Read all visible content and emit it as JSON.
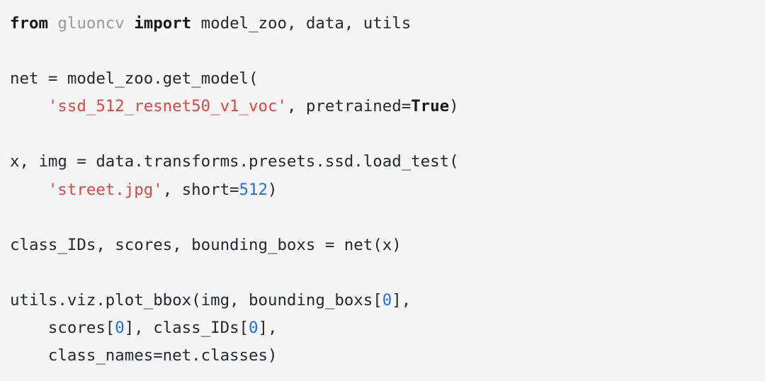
{
  "editor": {
    "language": "python",
    "background_color": "#f5f5f5",
    "colors": {
      "keyword": "#1a1a1a",
      "module": "#999999",
      "string": "#e0453e",
      "number": "#1f6feb",
      "plain": "#24292e"
    }
  },
  "code": {
    "lines": [
      {
        "index": 0,
        "text": "from gluoncv import model_zoo, data, utils",
        "tokens": [
          {
            "t": "from",
            "c": "kw"
          },
          {
            "t": " ",
            "c": "plain"
          },
          {
            "t": "gluoncv",
            "c": "mod"
          },
          {
            "t": " ",
            "c": "plain"
          },
          {
            "t": "import",
            "c": "kw"
          },
          {
            "t": " model_zoo, data, utils",
            "c": "plain"
          }
        ]
      },
      {
        "index": 1,
        "text": "",
        "tokens": []
      },
      {
        "index": 2,
        "text": "net = model_zoo.get_model(",
        "tokens": [
          {
            "t": "net = model_zoo.get_model(",
            "c": "plain"
          }
        ]
      },
      {
        "index": 3,
        "text": "    'ssd_512_resnet50_v1_voc', pretrained=True)",
        "tokens": [
          {
            "t": "    ",
            "c": "plain"
          },
          {
            "t": "'ssd_512_resnet50_v1_voc'",
            "c": "str"
          },
          {
            "t": ", pretrained=",
            "c": "plain"
          },
          {
            "t": "True",
            "c": "kw"
          },
          {
            "t": ")",
            "c": "plain"
          }
        ]
      },
      {
        "index": 4,
        "text": "",
        "tokens": []
      },
      {
        "index": 5,
        "text": "x, img = data.transforms.presets.ssd.load_test(",
        "tokens": [
          {
            "t": "x, img = data.transforms.presets.ssd.load_test(",
            "c": "plain"
          }
        ]
      },
      {
        "index": 6,
        "text": "    'street.jpg', short=512)",
        "tokens": [
          {
            "t": "    ",
            "c": "plain"
          },
          {
            "t": "'street.jpg'",
            "c": "str"
          },
          {
            "t": ", short=",
            "c": "plain"
          },
          {
            "t": "512",
            "c": "num"
          },
          {
            "t": ")",
            "c": "plain"
          }
        ]
      },
      {
        "index": 7,
        "text": "",
        "tokens": []
      },
      {
        "index": 8,
        "text": "class_IDs, scores, bounding_boxs = net(x)",
        "tokens": [
          {
            "t": "class_IDs, scores, bounding_boxs = net(x)",
            "c": "plain"
          }
        ]
      },
      {
        "index": 9,
        "text": "",
        "tokens": []
      },
      {
        "index": 10,
        "text": "utils.viz.plot_bbox(img, bounding_boxs[0],",
        "tokens": [
          {
            "t": "utils.viz.plot_bbox(img, bounding_boxs[",
            "c": "plain"
          },
          {
            "t": "0",
            "c": "num"
          },
          {
            "t": "],",
            "c": "plain"
          }
        ]
      },
      {
        "index": 11,
        "text": "    scores[0], class_IDs[0],",
        "tokens": [
          {
            "t": "    scores[",
            "c": "plain"
          },
          {
            "t": "0",
            "c": "num"
          },
          {
            "t": "], class_IDs[",
            "c": "plain"
          },
          {
            "t": "0",
            "c": "num"
          },
          {
            "t": "],",
            "c": "plain"
          }
        ]
      },
      {
        "index": 12,
        "text": "    class_names=net.classes)",
        "tokens": [
          {
            "t": "    class_names=net.classes)",
            "c": "plain"
          }
        ]
      }
    ]
  }
}
